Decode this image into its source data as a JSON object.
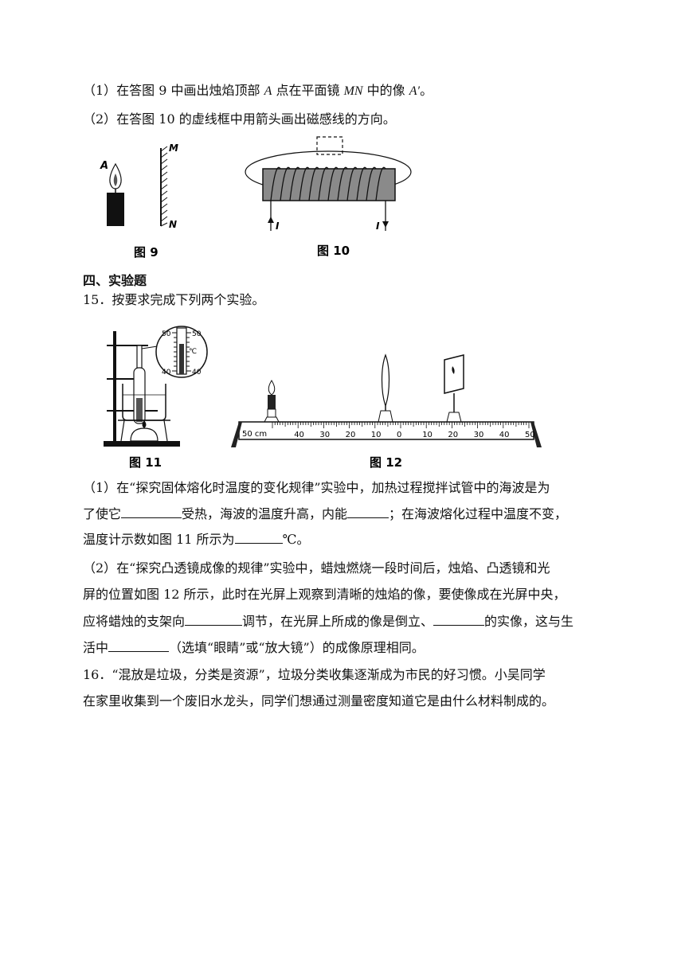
{
  "q14": {
    "p1": {
      "a": "（1）在答图 9 中画出烛焰顶部 ",
      "A": "A",
      "b": " 点在平面镜 ",
      "MN": "MN",
      "c": " 中的像 ",
      "A2": "A′",
      "d": "。"
    },
    "p2": "（2）在答图 10 的虚线框中用箭头画出磁感线的方向。"
  },
  "fig9": {
    "caption": "图 9",
    "label_A": "A",
    "label_M": "M",
    "label_N": "N"
  },
  "fig10": {
    "caption": "图 10",
    "label_I_left": "I",
    "label_I_right": "I"
  },
  "section4": {
    "title": "四、实验题"
  },
  "q15": {
    "stem": "15．按要求完成下列两个实验。",
    "p1_l1": "（1）在“探究固体熔化时温度的变化规律”实验中，加热过程搅拌试管中的海波是为",
    "p1_l2a": "了使它",
    "p1_l2b": "受热，海波的温度升高，内能",
    "p1_l2c": "；在海波熔化过程中温度不变，",
    "p1_l3a": "温度计示数如图 11 所示为",
    "p1_l3b": "℃。",
    "p2_l1": "（2）在“探究凸透镜成像的规律”实验中，蜡烛燃烧一段时间后，烛焰、凸透镜和光",
    "p2_l2": "屏的位置如图 12 所示，此时在光屏上观察到清晰的烛焰的像，要使像成在光屏中央，",
    "p2_l3a": "应将蜡烛的支架向",
    "p2_l3b": "调节，在光屏上所成的像是倒立、",
    "p2_l3c": "的实像，这与生",
    "p2_l4a": "活中",
    "p2_l4b": "（选填“眼睛”或“放大镜”）的成像原理相同。"
  },
  "fig11": {
    "caption": "图 11",
    "tick_left_top": "50",
    "tick_left_bottom": "40",
    "tick_right_top": "50",
    "tick_right_bottom": "40",
    "unit": "℃"
  },
  "fig12": {
    "caption": "图 12",
    "unit_label": "50 cm",
    "ticks": [
      "40",
      "30",
      "20",
      "10",
      "0",
      "10",
      "20",
      "30",
      "40",
      "50"
    ]
  },
  "q16": {
    "l1": "16．“混放是垃圾，分类是资源”，垃圾分类收集逐渐成为市民的好习惯。小吴同学",
    "l2": "在家里收集到一个废旧水龙头，同学们想通过测量密度知道它是由什么材料制成的。"
  }
}
